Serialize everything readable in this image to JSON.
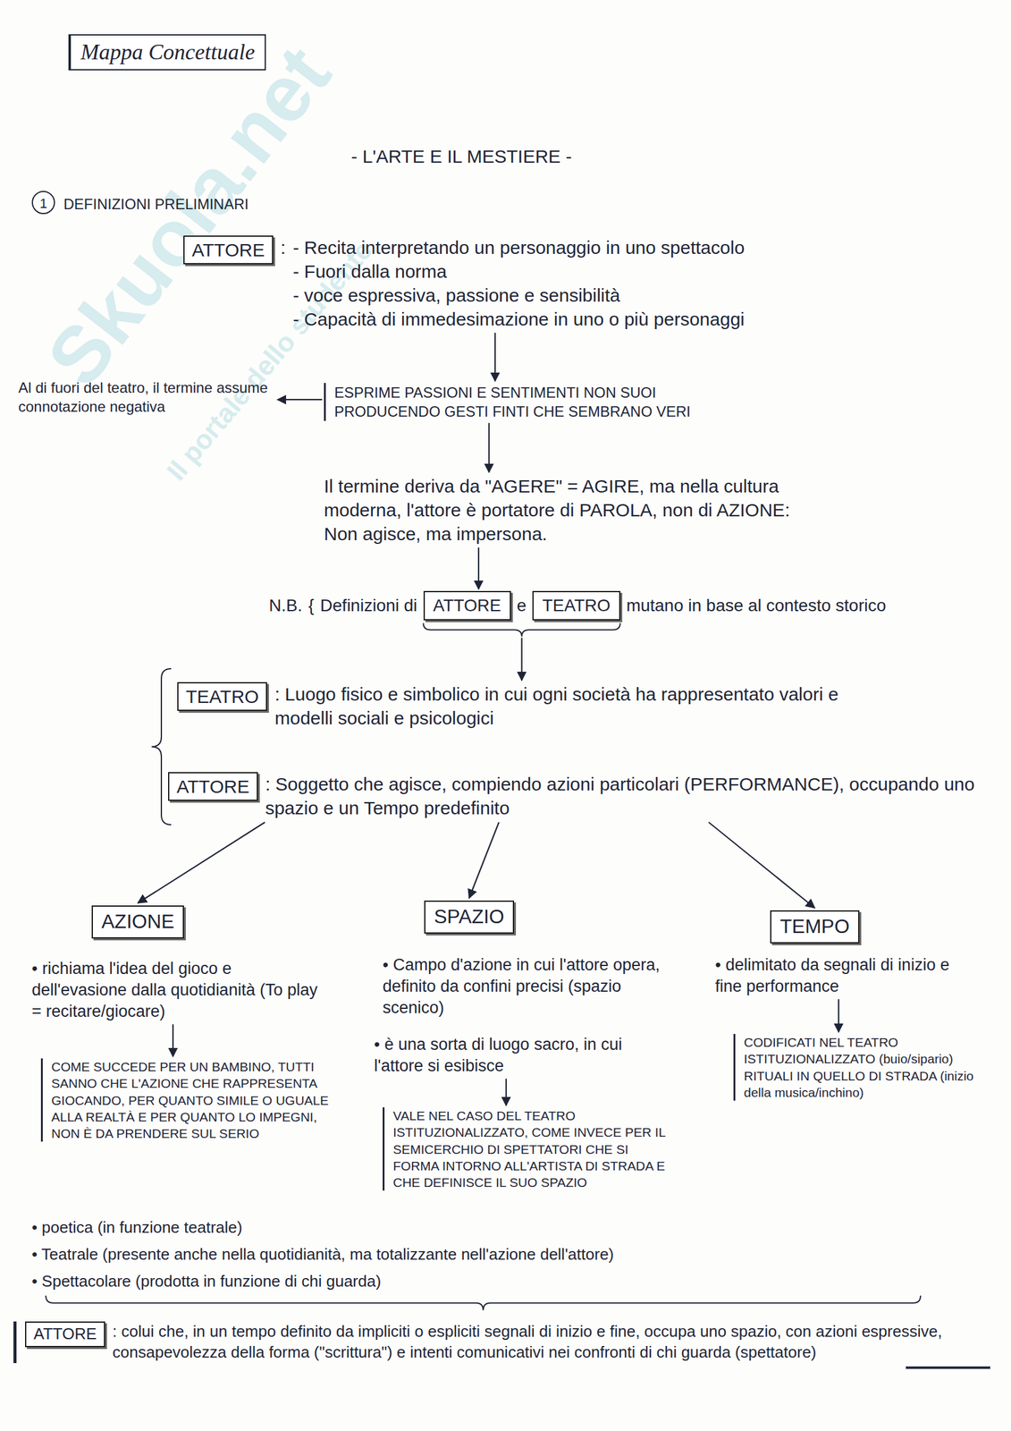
{
  "diagram": {
    "title": "Mappa Concettuale",
    "nodes": [
      {
        "text": [
          "ATTORE",
          ":",
          "- Recita interpretando un personaggio in uno spettacolo",
          "- Fuori dalla norma",
          "- voce espressiva, passione e sensibilità",
          "- Capacità di immedesimazione in uno o più personaggi"
        ]
      },
      {
        "text": [
          "ESPRIME PASSIONI E SENTIMENTI NON SUOI PRODUCENDO GESTI FINTI CHE SEMBRANO VERI"
        ]
      },
      {
        "text": [
          "Al di fuori del teatro, il termine assume connotazione negativa"
        ]
      },
      {
        "text": [
          "Il termine deriva da \"AGERE\" = AGIRE, ma nella cultura moderna, l'attore è portatore di PAROLA, non di AZIONE: Non agisce, ma impersona."
        ]
      },
      {
        "text": [
          "N.B.",
          "{",
          "Definizioni di",
          "e",
          "mutano in base al contesto storico"
        ]
      },
      {
        "text": [
          "ATTORE"
        ],
        "in": 4
      },
      {
        "text": [
          "TEATRO"
        ],
        "in": 4
      },
      {
        "text": [
          "TEATRO",
          ": Luogo fisico e simbolico in cui ogni società ha rappresentato valori e modelli sociali e psicologici"
        ]
      },
      {
        "text": [
          "ATTORE",
          ": Soggetto che agisce, compiendo azioni particolari (PERFORMANCE), occupando uno spazio e un Tempo predefinito"
        ]
      },
      {
        "text": [
          "AZIONE"
        ]
      },
      {
        "text": [
          "SPAZIO"
        ]
      },
      {
        "text": [
          "TEMPO"
        ]
      },
      {
        "text": [
          "• richiama l'idea del gioco e dell'evasione dalla quotidianità (To play = recitare/giocare)"
        ]
      },
      {
        "text": [
          "COME SUCCEDE PER UN BAMBINO, TUTTI SANNO CHE L'AZIONE CHE RAPPRESENTA GIOCANDO, PER QUANTO SIMILE O UGUALE ALLA REALTÀ E PER QUANTO LO IMPEGNI, NON È DA PRENDERE SUL SERIO"
        ]
      },
      {
        "text": [
          "• Campo d'azione in cui l'attore opera, definito da confini precisi (spazio scenico)"
        ]
      },
      {
        "text": [
          "• è una sorta di luogo sacro, in cui l'attore si esibisce"
        ]
      },
      {
        "text": [
          "VALE NEL CASO DEL TEATRO ISTITUZIONALIZZATO, COME INVECE PER IL SEMICERCHIO DI SPETTATORI CHE SI FORMA INTORNO ALL'ARTISTA DI STRADA E CHE DEFINISCE IL SUO SPAZIO"
        ]
      },
      {
        "text": [
          "• delimitato da segnali di inizio e fine performance"
        ]
      },
      {
        "text": [
          "CODIFICATI NEL TEATRO ISTITUZIONALIZZATO (buio/sipario) RITUALI IN QUELLO DI STRADA (inizio della musica/inchino)"
        ]
      },
      {
        "text": [
          "ATTORE",
          ": colui che, in un tempo definito da impliciti o espliciti segnali di inizio e fine, occupa uno spazio, con azioni espressive, consapevolezza della forma (\"scrittura\") e intenti comunicativi nei confronti di chi guarda (spettatore)"
        ]
      }
    ],
    "edges": [
      {
        "from": 0,
        "to": 1,
        "arrow": "to"
      },
      {
        "from": 1,
        "to": 2,
        "arrow": "to"
      },
      {
        "from": 1,
        "to": 3,
        "arrow": "to"
      },
      {
        "from": 3,
        "to": 4,
        "arrow": "to"
      },
      {
        "from": 4,
        "to": 7,
        "arrow": "to"
      },
      {
        "from": 8,
        "to": 9,
        "arrow": "to"
      },
      {
        "from": 8,
        "to": 10,
        "arrow": "to"
      },
      {
        "from": 8,
        "to": 11,
        "arrow": "to"
      },
      {
        "from": 12,
        "to": 13,
        "arrow": "to"
      },
      {
        "from": 15,
        "to": 16,
        "arrow": "to"
      },
      {
        "from": 17,
        "to": 18,
        "arrow": "to"
      }
    ],
    "labels": [
      "- L'ARTE E IL MESTIERE -",
      "1",
      "DEFINIZIONI PRELIMINARI",
      "• poetica (in funzione teatrale)",
      "• Teatrale (presente anche nella quotidianità, ma totalizzante nell'azione dell'attore)",
      "• Spettacolare (prodotta in funzione di chi guarda)",
      "Skuola.net",
      "Il portale dello studente"
    ]
  }
}
